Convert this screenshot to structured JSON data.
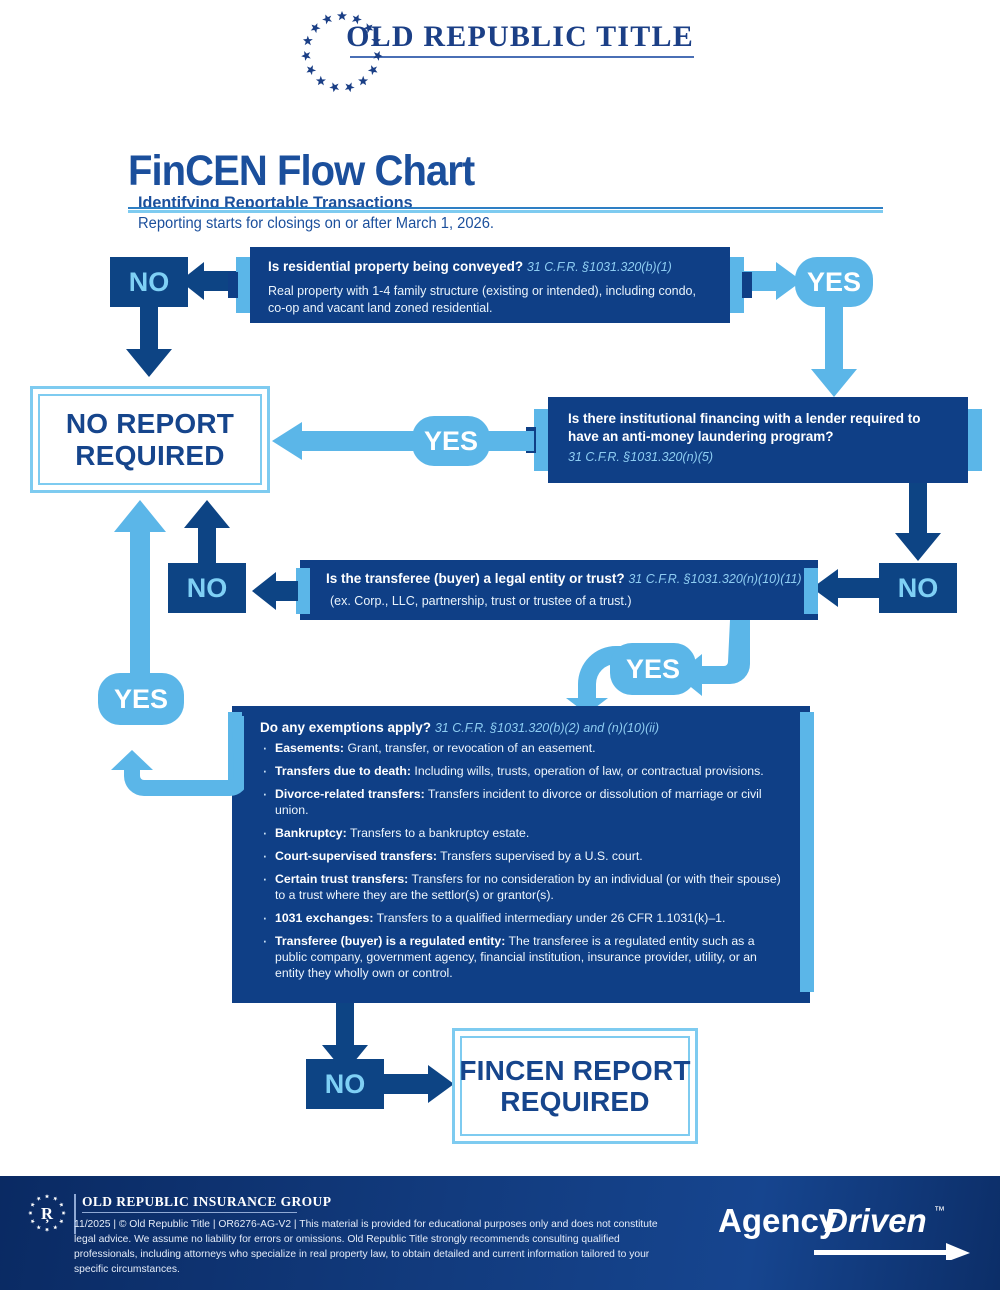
{
  "brand": {
    "header_logo_text": "OLD REPUBLIC TITLE",
    "header_logo_icon": "star-circle-icon"
  },
  "title": {
    "main": "FinCEN Flow Chart",
    "subtitle": "Identifying Reportable Transactions",
    "note": "Reporting starts for closings on or after March 1, 2026."
  },
  "flow": {
    "q1": {
      "question": "Is residential property being conveyed?",
      "citation": "31 C.F.R. §1031.320(b)(1)",
      "detail": "Real property with 1-4 family structure (existing or intended), including condo, co-op and vacant land zoned residential."
    },
    "q2": {
      "question": "Is there institutional financing with a lender required to have an anti-money laundering program?",
      "citation": "31 C.F.R. §1031.320(n)(5)"
    },
    "q3": {
      "question": "Is the transferee (buyer) a legal entity or trust?",
      "citation": "31 C.F.R. §1031.320(n)(10)(11)",
      "detail": "(ex. Corp., LLC, partnership, trust or trustee of a trust.)"
    },
    "q4": {
      "question": "Do any exemptions apply?",
      "citation": "31 C.F.R. §1031.320(b)(2) and (n)(10)(ii)",
      "items": [
        {
          "term": "Easements:",
          "text": " Grant, transfer, or revocation of an easement."
        },
        {
          "term": "Transfers due to death:",
          "text": " Including wills, trusts, operation of law, or contractual provisions."
        },
        {
          "term": "Divorce-related transfers:",
          "text": " Transfers incident to divorce or dissolution of marriage or civil union."
        },
        {
          "term": "Bankruptcy:",
          "text": " Transfers to a bankruptcy estate."
        },
        {
          "term": "Court-supervised transfers:",
          "text": " Transfers supervised by a U.S. court."
        },
        {
          "term": "Certain trust transfers:",
          "text": " Transfers for no consideration by an individual (or with their spouse) to a trust where they are the settlor(s) or grantor(s)."
        },
        {
          "term": "1031 exchanges:",
          "text": " Transfers to a qualified intermediary under 26 CFR 1.1031(k)–1."
        },
        {
          "term": "Transferee (buyer) is a regulated entity:",
          "text": " The transferee is a regulated entity such as a public company, government agency, financial institution, insurance provider, utility, or an entity they wholly own or control."
        }
      ]
    },
    "labels": {
      "no": "NO",
      "yes": "YES"
    },
    "outcomes": {
      "no_report_line1": "NO REPORT",
      "no_report_line2": "REQUIRED",
      "fincen_line1": "FINCEN REPORT",
      "fincen_line2": "REQUIRED"
    }
  },
  "footer": {
    "seal_icon": "or-seal-icon",
    "group_name": "OLD REPUBLIC INSURANCE GROUP",
    "disclaimer": "11/2025 | © Old Republic Title | OR6276-AG-V2 | This material is provided for educational purposes only and does not constitute legal advice. We assume no liability for errors or omissions. Old Republic Title strongly recommends consulting qualified professionals, including attorneys who specialize in real property law, to obtain detailed and current information tailored to your specific circumstances.",
    "agency_logo_part1": "Agency",
    "agency_logo_part2": "Driven",
    "agency_logo_tm": "™"
  },
  "colors": {
    "dark_blue": "#0f3f86",
    "mid_blue": "#0d4484",
    "light_blue": "#5bb6e8",
    "pale_blue": "#7ecbf0",
    "title_blue": "#1b4f9c",
    "white": "#ffffff"
  }
}
